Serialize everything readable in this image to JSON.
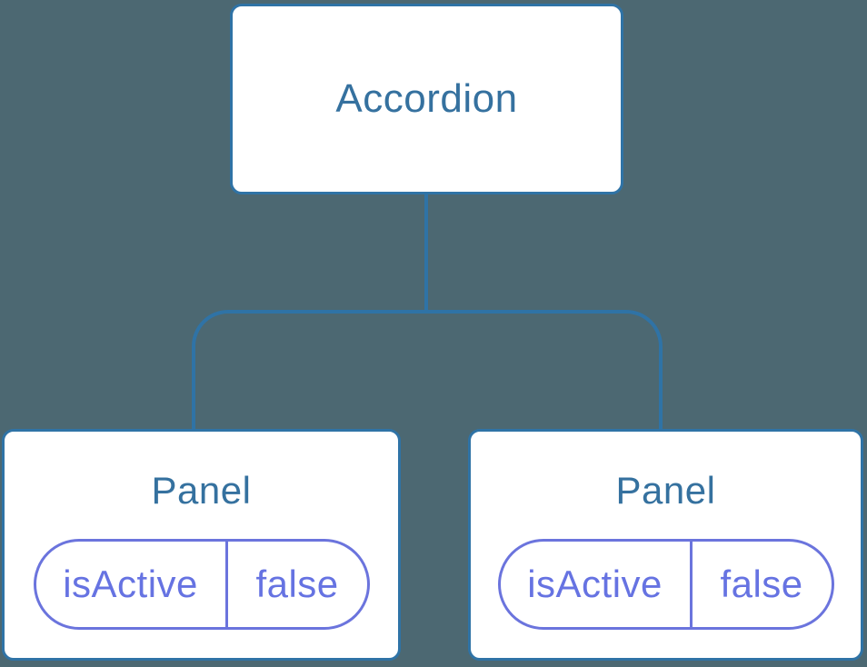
{
  "diagram": {
    "type": "component-tree",
    "colors": {
      "background": "#4C6872",
      "stroke": "#2F73A6",
      "node_label": "#35719F",
      "prop": "#6673E2",
      "node_fill": "#FFFFFF"
    },
    "root": {
      "label": "Accordion"
    },
    "children": [
      {
        "label": "Panel",
        "props": [
          {
            "name": "isActive",
            "value": "false"
          }
        ]
      },
      {
        "label": "Panel",
        "props": [
          {
            "name": "isActive",
            "value": "false"
          }
        ]
      }
    ]
  }
}
